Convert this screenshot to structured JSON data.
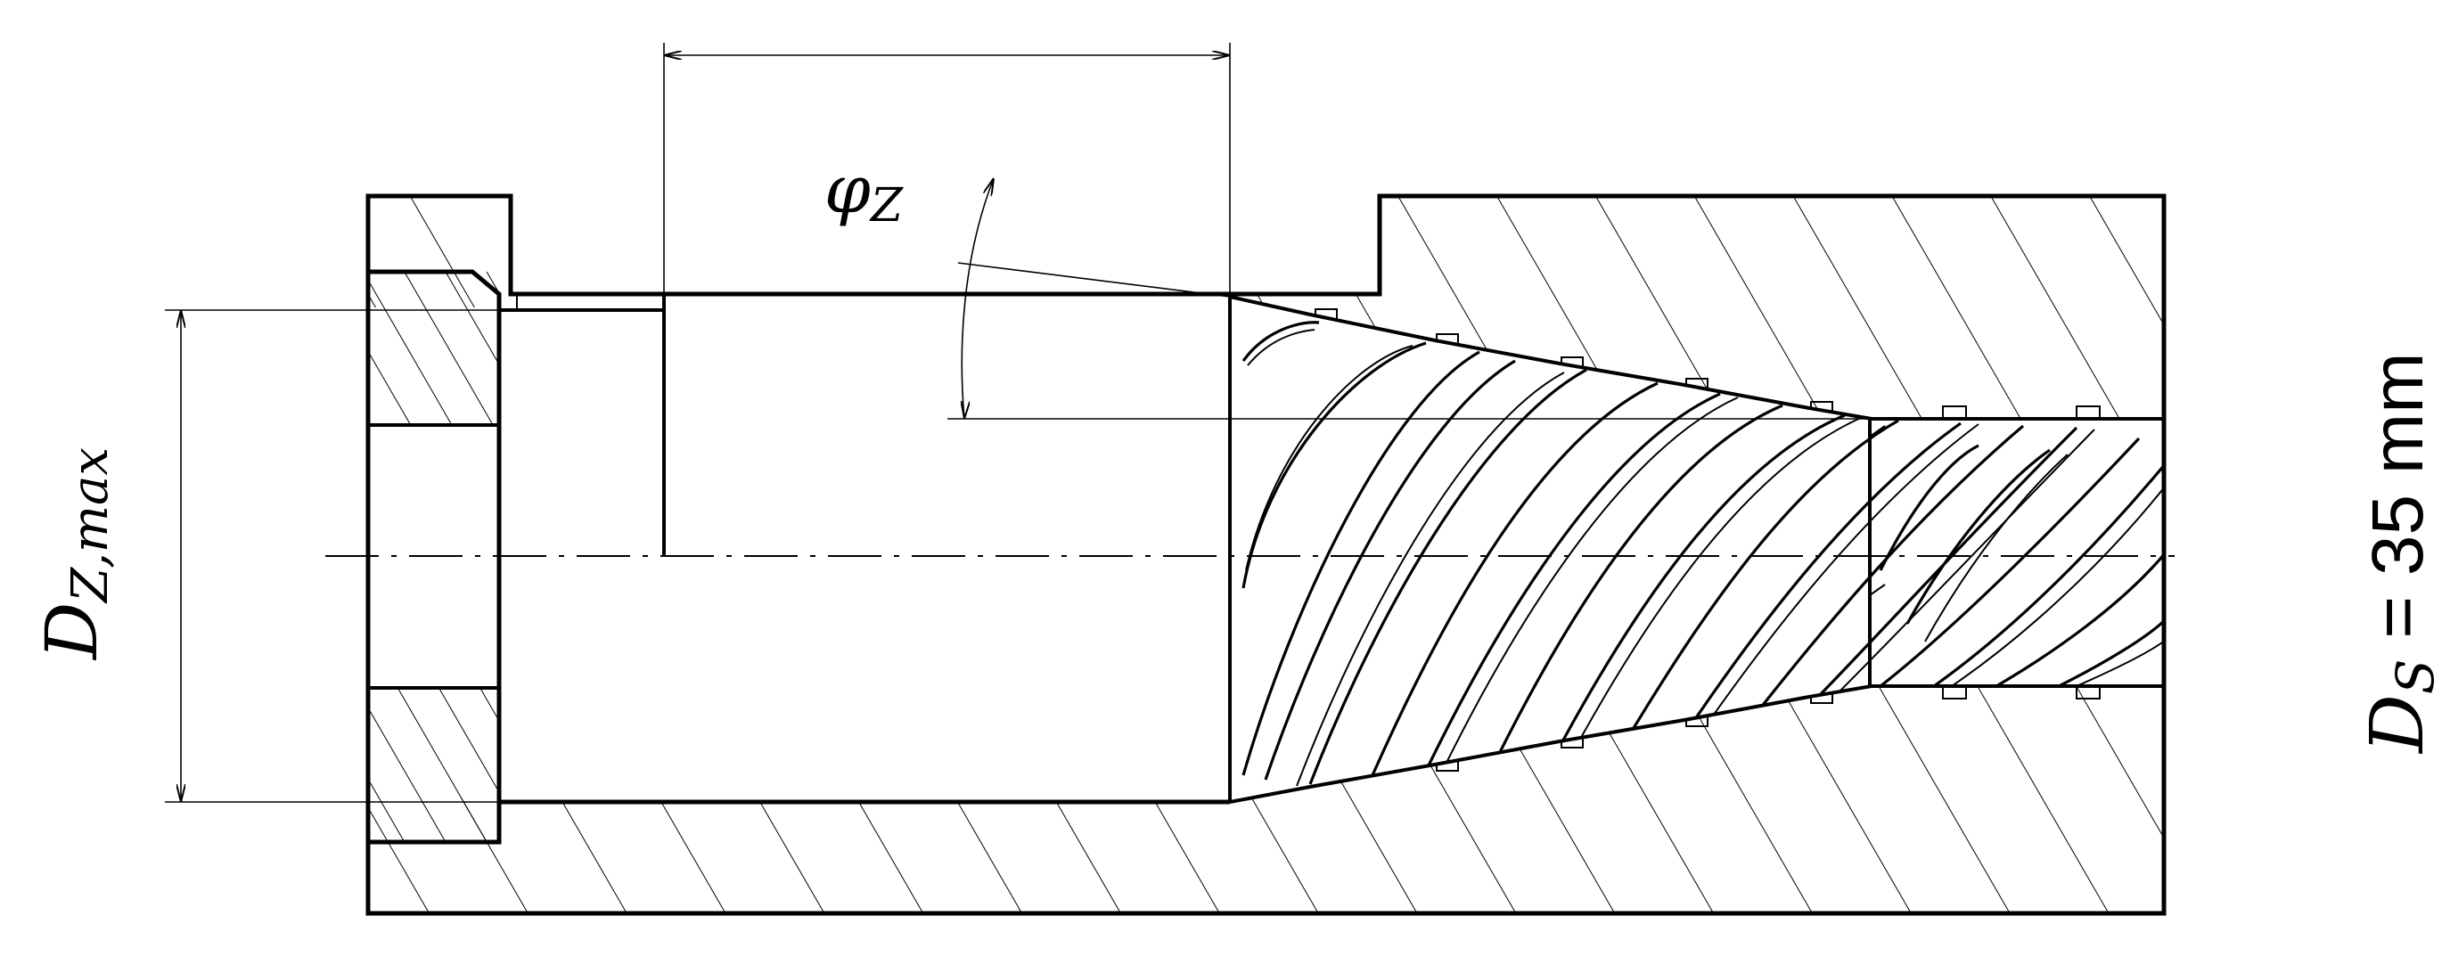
{
  "labels": {
    "phi_main": "φ",
    "phi_sub": "Z",
    "dz_main": "D",
    "dz_sub": "Z,max",
    "ds_main": "D",
    "ds_sub": "S",
    "ds_value": " = 35 mm"
  }
}
